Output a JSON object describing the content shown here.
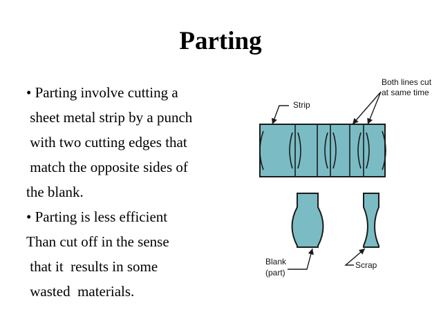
{
  "slide": {
    "title": "Parting",
    "lines": [
      "• Parting involve cutting a",
      " sheet metal strip by a punch",
      " with two cutting edges that",
      " match the opposite sides of",
      "the blank.",
      "• Parting is less efficient",
      "Than cut off in the sense",
      " that it  results in some",
      " wasted  materials."
    ]
  },
  "diagram": {
    "label_both_lines_1": "Both lines cut",
    "label_both_lines_2": "at same time",
    "label_strip": "Strip",
    "label_blank_1": "Blank",
    "label_blank_2": "(part)",
    "label_scrap": "Scrap",
    "fill_color": "#7bbcc4",
    "stroke_color": "#1a1a1a"
  }
}
